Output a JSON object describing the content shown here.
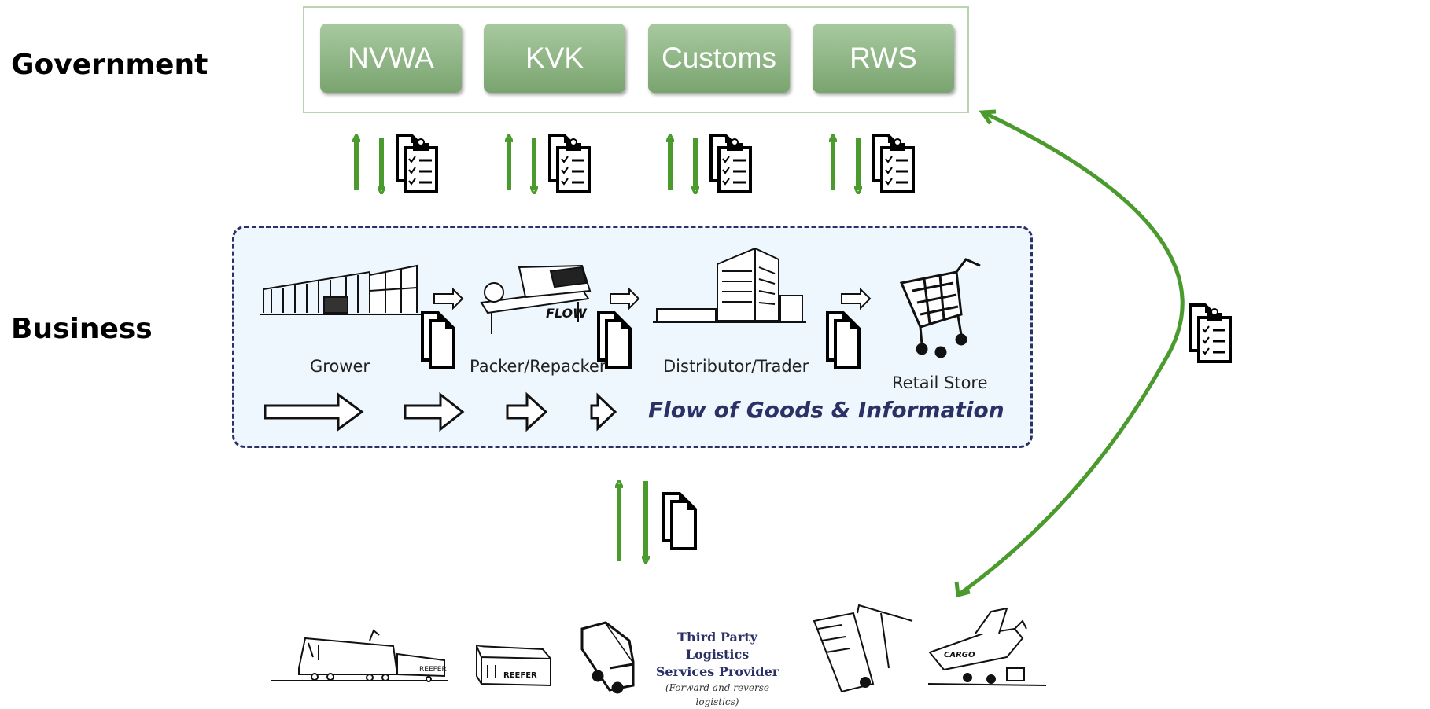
{
  "rows": {
    "government": "Government",
    "business": "Business"
  },
  "agencies": [
    "NVWA",
    "KVK",
    "Customs",
    "RWS"
  ],
  "stages": {
    "grower": "Grower",
    "packer": "Packer/Repacker",
    "distributor": "Distributor/Trader",
    "retail": "Retail Store"
  },
  "flow_label": "Flow of Goods & Information",
  "logistics": {
    "line1": "Third Party Logistics",
    "line2": "Services Provider",
    "line3": "(Forward and reverse logistics)"
  },
  "colors": {
    "arrow_green": "#4a9a2e",
    "agency_box": "#8db584",
    "business_border": "#2b3065",
    "business_fill": "#eef7fd"
  }
}
